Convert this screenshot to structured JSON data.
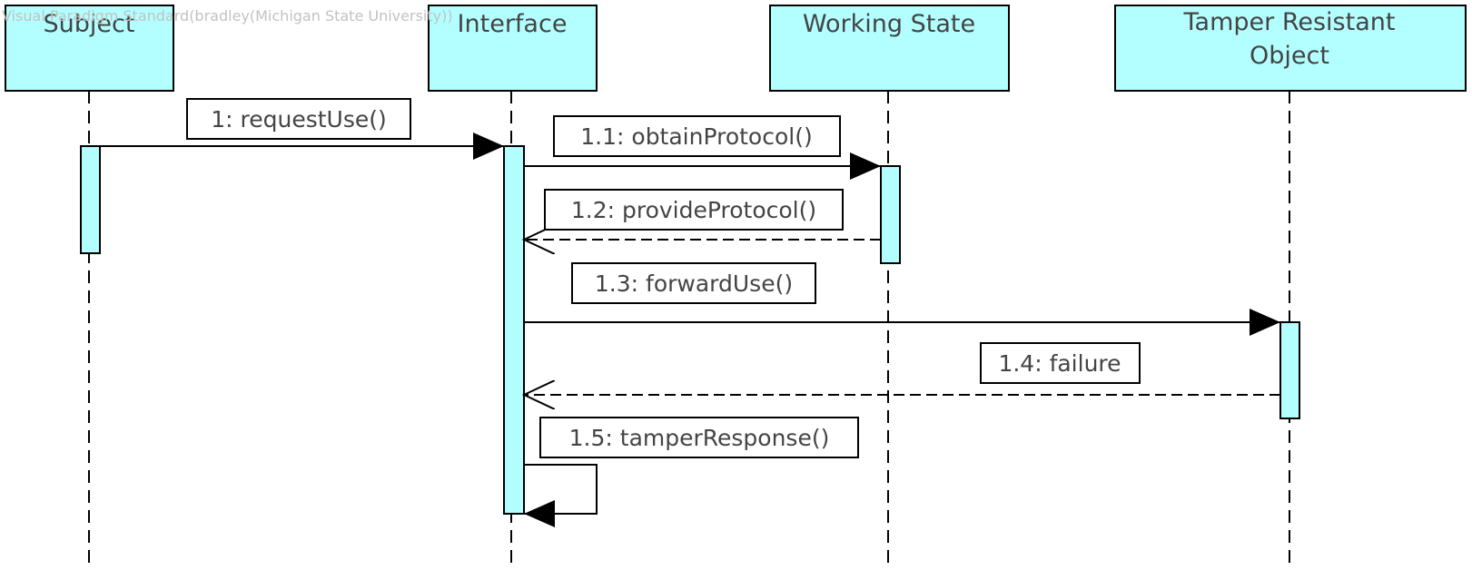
{
  "watermark": "Visual Paradigm Standard(bradley(Michigan State University))",
  "colors": {
    "box_fill": "#b3ffff",
    "stroke": "#000000",
    "label_text": "#444444",
    "watermark_text": "#c2c2c2"
  },
  "lifelines": [
    {
      "name": "Subject",
      "lines": [
        "Subject"
      ]
    },
    {
      "name": "Interface",
      "lines": [
        "Interface"
      ]
    },
    {
      "name": "Working State",
      "lines": [
        "Working State"
      ]
    },
    {
      "name": "Tamper Resistant Object",
      "lines": [
        "Tamper Resistant",
        "Object"
      ]
    }
  ],
  "messages": [
    {
      "label": "1: requestUse()",
      "from": "Subject",
      "to": "Interface",
      "kind": "synchronous-call"
    },
    {
      "label": "1.1: obtainProtocol()",
      "from": "Interface",
      "to": "Working State",
      "kind": "synchronous-call"
    },
    {
      "label": "1.2: provideProtocol()",
      "from": "Working State",
      "to": "Interface",
      "kind": "return"
    },
    {
      "label": "1.3: forwardUse()",
      "from": "Interface",
      "to": "Tamper Resistant Object",
      "kind": "synchronous-call"
    },
    {
      "label": "1.4: failure",
      "from": "Tamper Resistant Object",
      "to": "Interface",
      "kind": "return"
    },
    {
      "label": "1.5: tamperResponse()",
      "from": "Interface",
      "to": "Interface",
      "kind": "self-call"
    }
  ]
}
